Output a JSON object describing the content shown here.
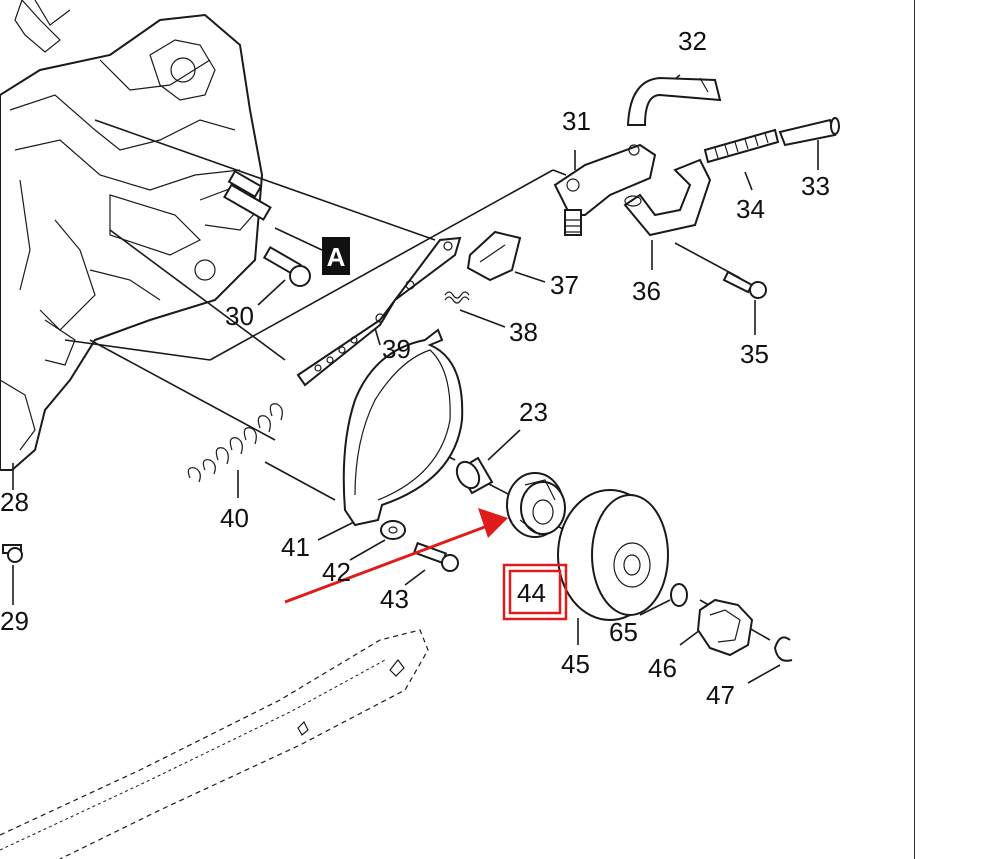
{
  "diagram": {
    "parts": [
      {
        "id": "p23",
        "label": "23"
      },
      {
        "id": "p28",
        "label": "28"
      },
      {
        "id": "p29",
        "label": "29"
      },
      {
        "id": "p30",
        "label": "30"
      },
      {
        "id": "p31",
        "label": "31"
      },
      {
        "id": "p32",
        "label": "32"
      },
      {
        "id": "p33",
        "label": "33"
      },
      {
        "id": "p34",
        "label": "34"
      },
      {
        "id": "p35",
        "label": "35"
      },
      {
        "id": "p36",
        "label": "36"
      },
      {
        "id": "p37",
        "label": "37"
      },
      {
        "id": "p38",
        "label": "38"
      },
      {
        "id": "p39",
        "label": "39"
      },
      {
        "id": "p40",
        "label": "40"
      },
      {
        "id": "p41",
        "label": "41"
      },
      {
        "id": "p42",
        "label": "42"
      },
      {
        "id": "p43",
        "label": "43"
      },
      {
        "id": "p44",
        "label": "44"
      },
      {
        "id": "p45",
        "label": "45"
      },
      {
        "id": "p46",
        "label": "46"
      },
      {
        "id": "p47",
        "label": "47"
      },
      {
        "id": "p65",
        "label": "65"
      }
    ],
    "section_marker": "A",
    "highlighted_part": "44",
    "highlight_color": "#e01b1b",
    "arrow_color": "#e01b1b",
    "line_color": "#1a1a1a"
  }
}
